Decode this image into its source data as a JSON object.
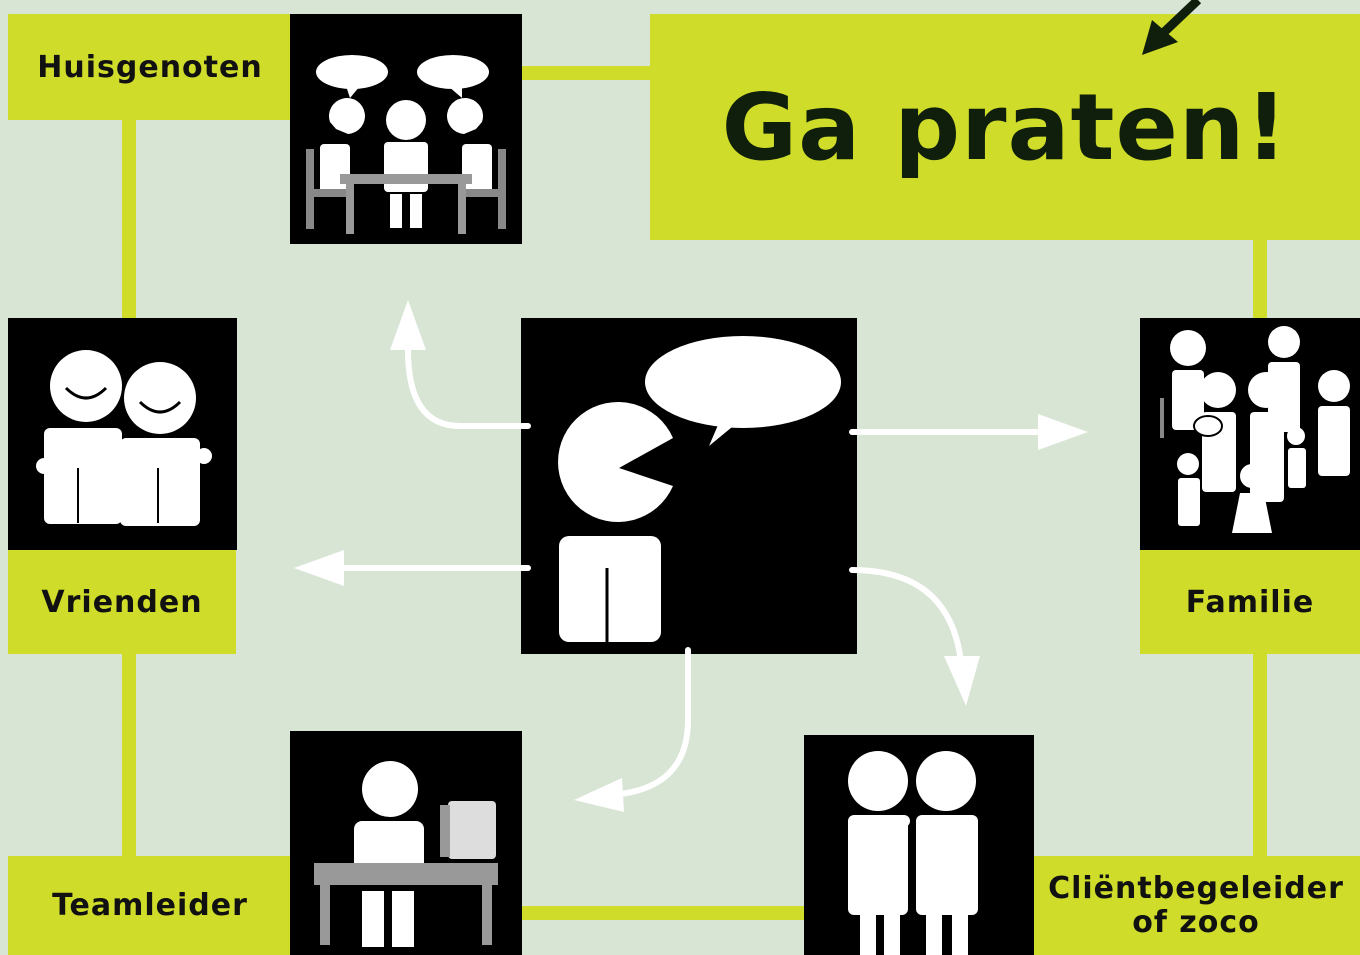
{
  "title": "Ga praten!",
  "labels": {
    "huisgenoten": "Huisgenoten",
    "vrienden": "Vrienden",
    "familie": "Familie",
    "teamleider": "Teamleider",
    "clientbegeleider_line1": "Cliëntbegeleider",
    "clientbegeleider_line2": "of zoco"
  },
  "colors": {
    "background": "#d8e5d5",
    "accent": "#cfdc2a",
    "tile": "#000000",
    "title_text": "#0f1f0c"
  },
  "icons": {
    "center": "speaking-person-icon",
    "huisgenoten": "people-at-table-icon",
    "vrienden": "two-friends-embrace-icon",
    "familie": "family-group-icon",
    "teamleider": "person-at-computer-icon",
    "clientbegeleider": "two-people-support-icon"
  }
}
